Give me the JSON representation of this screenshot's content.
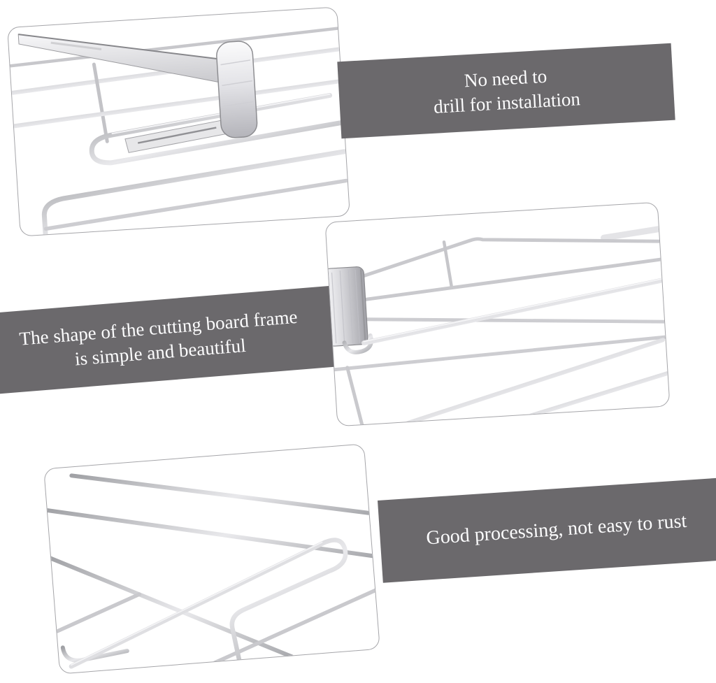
{
  "page": {
    "background_color": "#ffffff"
  },
  "banners": {
    "background_color": "#6b696c",
    "text_color": "#fcfcfd",
    "top": {
      "line1": "No need to",
      "line2": "drill for installation"
    },
    "middle": {
      "line1": "The shape of the cutting board frame",
      "line2": "is simple and beautiful"
    },
    "bottom": {
      "line1": "Good processing, not easy to rust"
    }
  },
  "photos": {
    "card_border_color": "#a5a5a9",
    "items": [
      {
        "name": "hook-clip-closeup",
        "description": "Close-up of the stainless steel hanging clip on the wire rack"
      },
      {
        "name": "frame-angle-view",
        "description": "Angled view of the stainless steel cutting board frame wires"
      },
      {
        "name": "wire-grid-closeup",
        "description": "Close-up of the crossed stainless steel wire grid"
      }
    ]
  }
}
